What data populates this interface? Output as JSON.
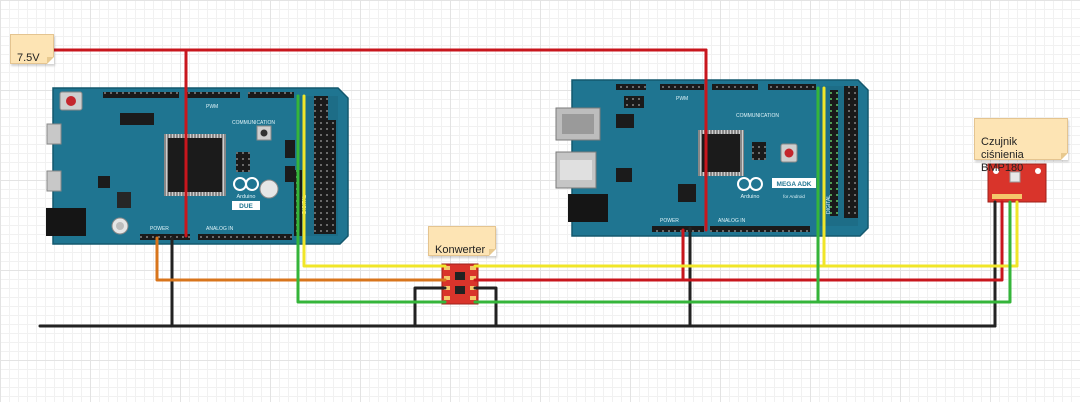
{
  "notes": {
    "voltage": "7.5V",
    "converter": "Konwerter",
    "sensor": "Czujnik ciśnienia\nBMP180"
  },
  "boards": {
    "due": {
      "brand": "Arduino",
      "model": "DUE",
      "communication": "COMMUNICATION",
      "power": "POWER",
      "analog": "ANALOG IN",
      "digital": "DIGITAL",
      "pwm": "PWM"
    },
    "mega": {
      "brand": "Arduino",
      "model": "MEGA ADK",
      "tagline": "for Android",
      "communication": "COMMUNICATION",
      "power": "POWER",
      "analog": "ANALOG IN",
      "digital": "DIGITAL",
      "pwm": "PWM"
    }
  },
  "colors": {
    "board": "#1f7591",
    "board_border": "#14586e",
    "wire_red": "#c8161d",
    "wire_black": "#222222",
    "wire_yellow": "#f0e629",
    "wire_green": "#35b53a",
    "wire_orange": "#d8751c",
    "breakout": "#d9342b",
    "note": "#fde4b4"
  }
}
